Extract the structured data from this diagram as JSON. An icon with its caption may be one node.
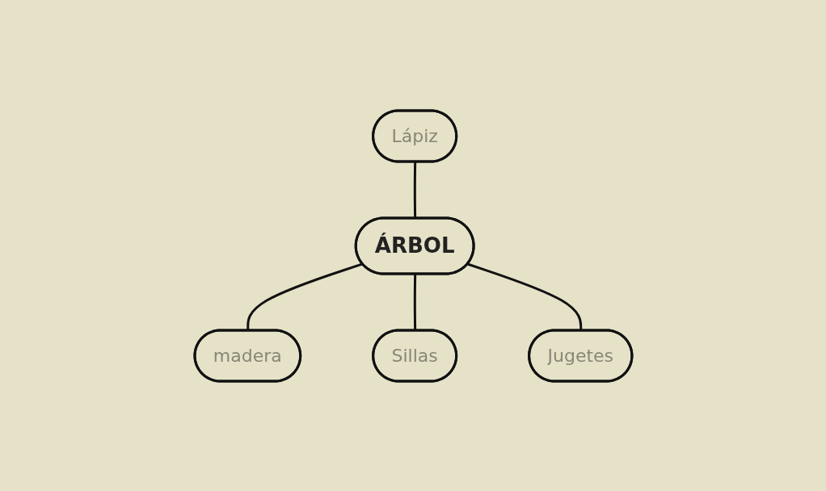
{
  "diagram": {
    "nodes": [
      {
        "text": [
          "madera"
        ]
      },
      {
        "text": [
          "Lápiz"
        ]
      },
      {
        "text": [
          "ÁRBOL"
        ]
      },
      {
        "text": [
          "Sillas"
        ]
      },
      {
        "text": [
          "Jugetes"
        ]
      }
    ],
    "edges": [
      {
        "from": 2,
        "to": 0,
        "arrow": "none"
      },
      {
        "from": 1,
        "to": 2,
        "arrow": "none"
      },
      {
        "from": 2,
        "to": 3,
        "arrow": "none"
      },
      {
        "from": 2,
        "to": 4,
        "arrow": "none"
      }
    ]
  }
}
